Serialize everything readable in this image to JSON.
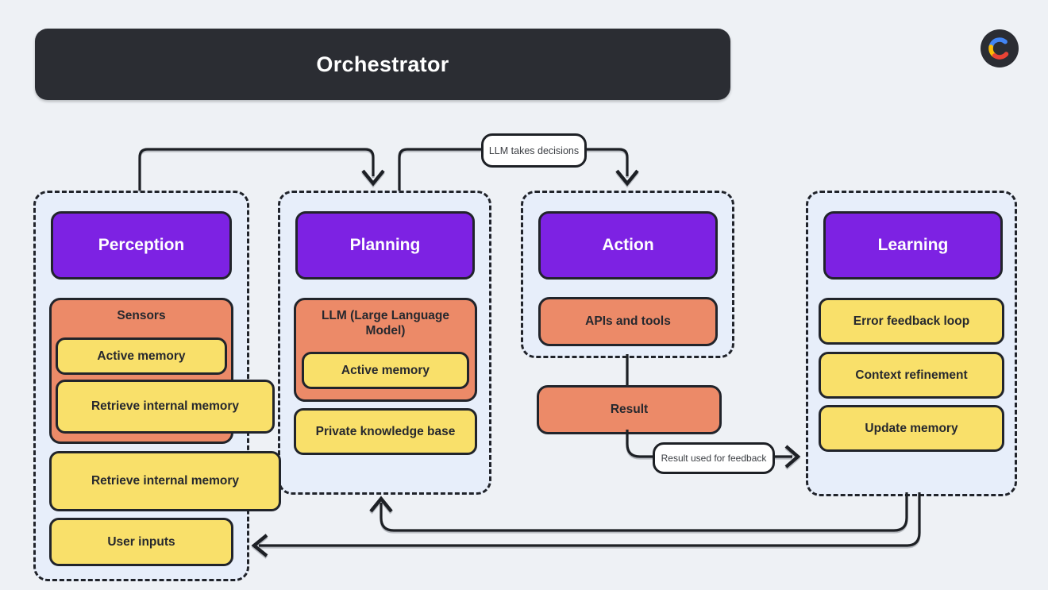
{
  "header": {
    "orchestrator_label": "Orchestrator"
  },
  "logo": {
    "name": "c-logo"
  },
  "connectors": {
    "llm_decisions_label": "LLM takes decisions",
    "result_feedback_label": "Result used for feedback"
  },
  "columns": {
    "perception": {
      "title": "Perception",
      "group": {
        "title": "Sensors",
        "items": [
          "Active memory",
          "Retrieve internal memory"
        ]
      },
      "items": [
        "Retrieve internal memory",
        "User inputs"
      ]
    },
    "planning": {
      "title": "Planning",
      "group": {
        "title": "LLM (Large Language Model)",
        "items": [
          "Active memory"
        ]
      },
      "items": [
        "Private knowledge base"
      ]
    },
    "action": {
      "title": "Action",
      "items": [
        "APIs and tools"
      ],
      "result_label": "Result"
    },
    "learning": {
      "title": "Learning",
      "items": [
        "Error feedback loop",
        "Context refinement",
        "Update memory"
      ]
    }
  },
  "colors": {
    "background": "#eef1f5",
    "container_fill": "#e7eefa",
    "purple": "#7d22e3",
    "orange": "#ec8a68",
    "yellow": "#f9e06a",
    "dark": "#2b2d33",
    "line": "#1d2025",
    "logo_blue": "#4285f4",
    "logo_yellow": "#fbbc05",
    "logo_red": "#ea4335"
  }
}
